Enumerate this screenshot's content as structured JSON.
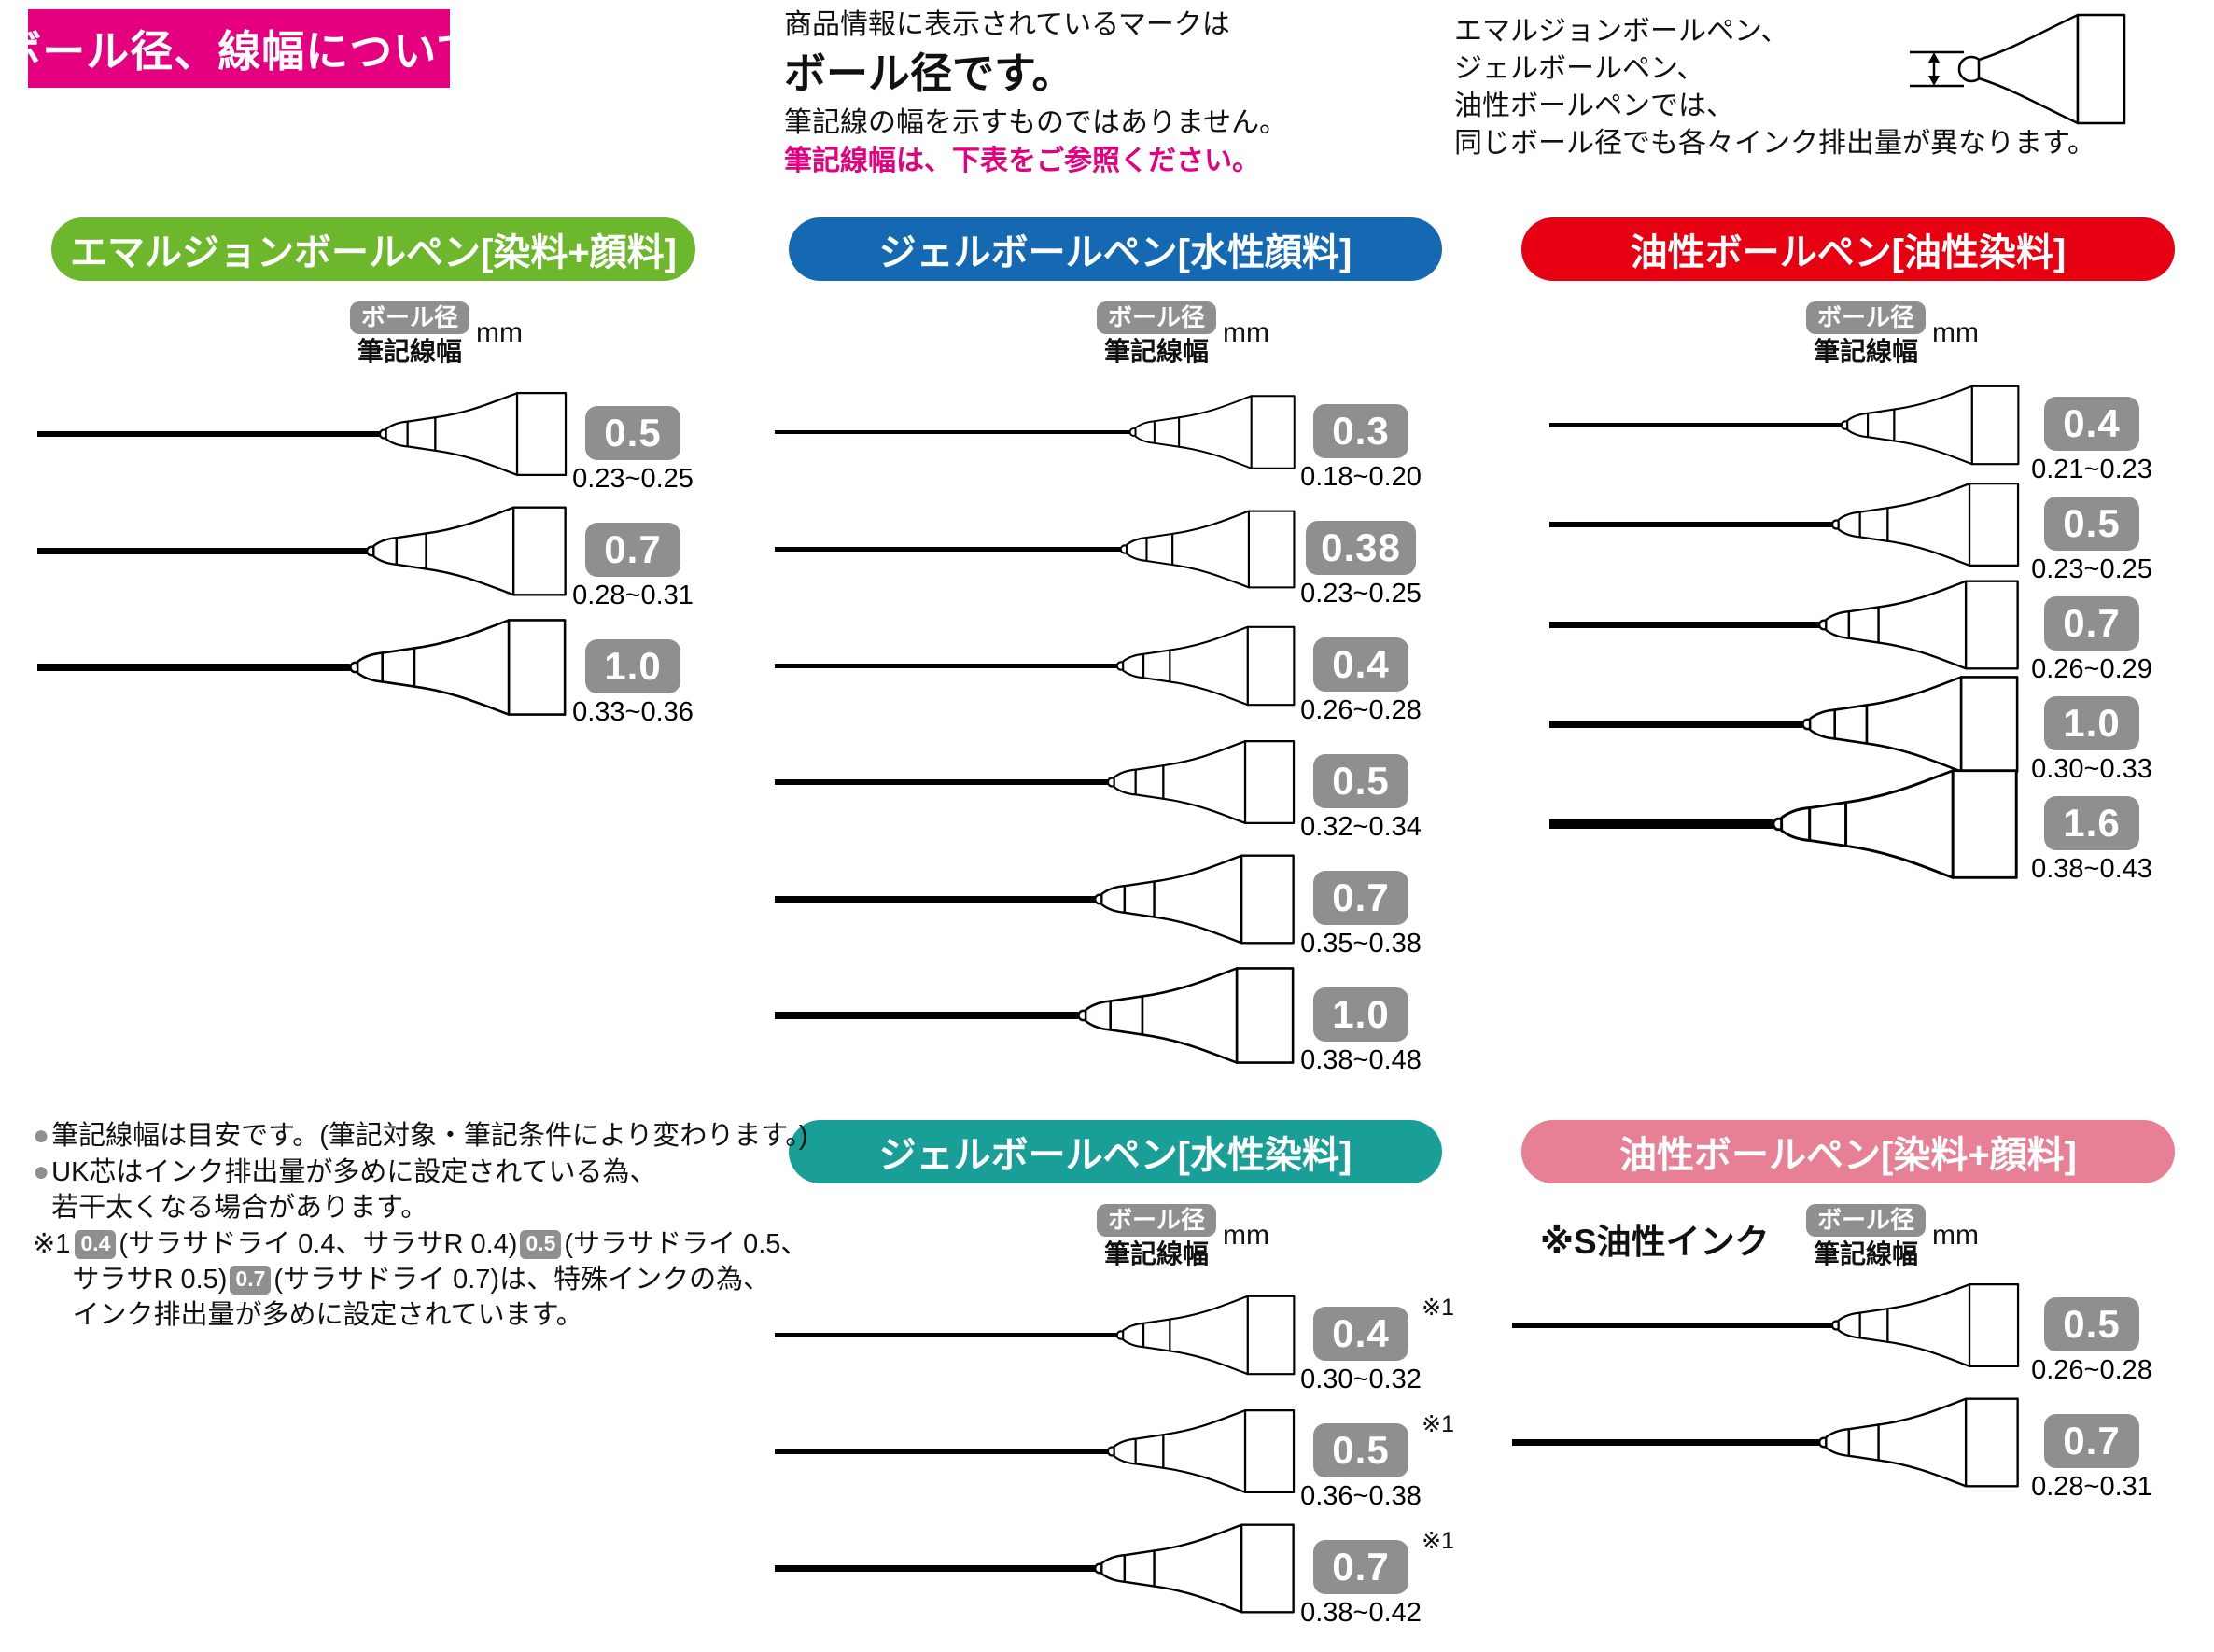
{
  "page_title": "ボール径、線幅について",
  "intro": {
    "line1": "商品情報に表示されているマークは",
    "emphasis": "ボール径です。",
    "line2": "筆記線の幅を示すものではありません。",
    "line3_magenta": "筆記線幅は、下表をご参照ください。"
  },
  "right_note": {
    "lines": [
      "エマルジョンボールペン、",
      "ジェルボールペン、",
      "油性ボールペンでは、",
      "同じボール径でも各々インク排出量が異なります。"
    ]
  },
  "column_labels": {
    "ball_diameter": "ボール径",
    "line_width": "筆記線幅",
    "unit": "mm"
  },
  "colors": {
    "title_magenta": "#e4007f",
    "badge_gray": "#8f8f8f",
    "ink_black": "#000000"
  },
  "sections": [
    {
      "id": "emulsion",
      "header": "エマルジョンボールペン[染料+顔料]",
      "color": "#6cb72c",
      "rows": [
        {
          "ball": "0.5",
          "range": "0.23~0.25"
        },
        {
          "ball": "0.7",
          "range": "0.28~0.31"
        },
        {
          "ball": "1.0",
          "range": "0.33~0.36"
        }
      ]
    },
    {
      "id": "gel-pigment",
      "header": "ジェルボールペン[水性顔料]",
      "color": "#1569b3",
      "rows": [
        {
          "ball": "0.3",
          "range": "0.18~0.20"
        },
        {
          "ball": "0.38",
          "range": "0.23~0.25"
        },
        {
          "ball": "0.4",
          "range": "0.26~0.28"
        },
        {
          "ball": "0.5",
          "range": "0.32~0.34"
        },
        {
          "ball": "0.7",
          "range": "0.35~0.38"
        },
        {
          "ball": "1.0",
          "range": "0.38~0.48"
        }
      ]
    },
    {
      "id": "oil-oildye",
      "header": "油性ボールペン[油性染料]",
      "color": "#e60012",
      "rows": [
        {
          "ball": "0.4",
          "range": "0.21~0.23"
        },
        {
          "ball": "0.5",
          "range": "0.23~0.25"
        },
        {
          "ball": "0.7",
          "range": "0.26~0.29"
        },
        {
          "ball": "1.0",
          "range": "0.30~0.33"
        },
        {
          "ball": "1.6",
          "range": "0.38~0.43"
        }
      ]
    },
    {
      "id": "gel-dye",
      "header": "ジェルボールペン[水性染料]",
      "color": "#199f97",
      "rows": [
        {
          "ball": "0.4",
          "range": "0.30~0.32",
          "note": "※1"
        },
        {
          "ball": "0.5",
          "range": "0.36~0.38",
          "note": "※1"
        },
        {
          "ball": "0.7",
          "range": "0.38~0.42",
          "note": "※1"
        }
      ]
    },
    {
      "id": "oil-dyepigment",
      "header": "油性ボールペン[染料+顔料]",
      "color": "#e77f95",
      "subtitle": "※S油性インク",
      "rows": [
        {
          "ball": "0.5",
          "range": "0.26~0.28"
        },
        {
          "ball": "0.7",
          "range": "0.28~0.31"
        }
      ]
    }
  ],
  "footnotes": [
    {
      "bullet": "●",
      "lines": [
        [
          {
            "t": "筆記線幅は目安です。(筆記対象・筆記条件により変わります。)"
          }
        ]
      ]
    },
    {
      "bullet": "●",
      "lines": [
        [
          {
            "t": "UK芯はインク排出量が多めに設定されている為、"
          }
        ],
        [
          {
            "t": "若干太くなる場合があります。"
          }
        ]
      ]
    },
    {
      "bullet": "※1",
      "lines": [
        [
          {
            "b": "0.4"
          },
          {
            "t": "(サラサドライ 0.4、サラサR 0.4)"
          },
          {
            "b": "0.5"
          },
          {
            "t": "(サラサドライ 0.5、"
          }
        ],
        [
          {
            "t": "サラサR 0.5)"
          },
          {
            "b": "0.7"
          },
          {
            "t": "(サラサドライ 0.7)は、特殊インクの為、"
          }
        ],
        [
          {
            "t": "インク排出量が多めに設定されています。"
          }
        ]
      ]
    }
  ]
}
